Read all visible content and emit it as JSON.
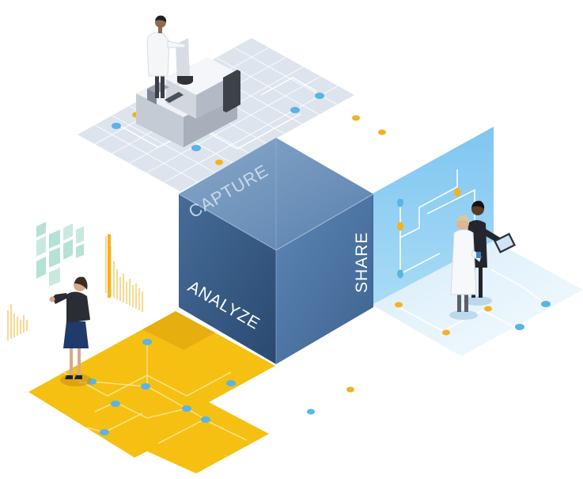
{
  "labels": {
    "capture": "CAPTURE",
    "analyze": "ANALYZE",
    "share": "SHARE"
  },
  "colors": {
    "cube_top_light": "#6f93b9",
    "cube_left_dark": "#2a4e79",
    "cube_right_mid": "#355f91",
    "capture_floor": "#dfe5ef",
    "analyze_floor": "#f5c012",
    "share_wall": "#8fcdf2",
    "share_floor": "#e3f1fb",
    "node_blue": "#5ab4e6",
    "node_orange": "#f2b321",
    "line_white": "#ffffff",
    "screen_teal": "#a9dccf"
  },
  "icons": [
    "lab-instrument",
    "scientist-at-instrument-person",
    "analyst-woman-person",
    "data-tiles-panel",
    "spectrum-chart",
    "scientist-with-cup-person",
    "colleague-with-tablet-person"
  ]
}
